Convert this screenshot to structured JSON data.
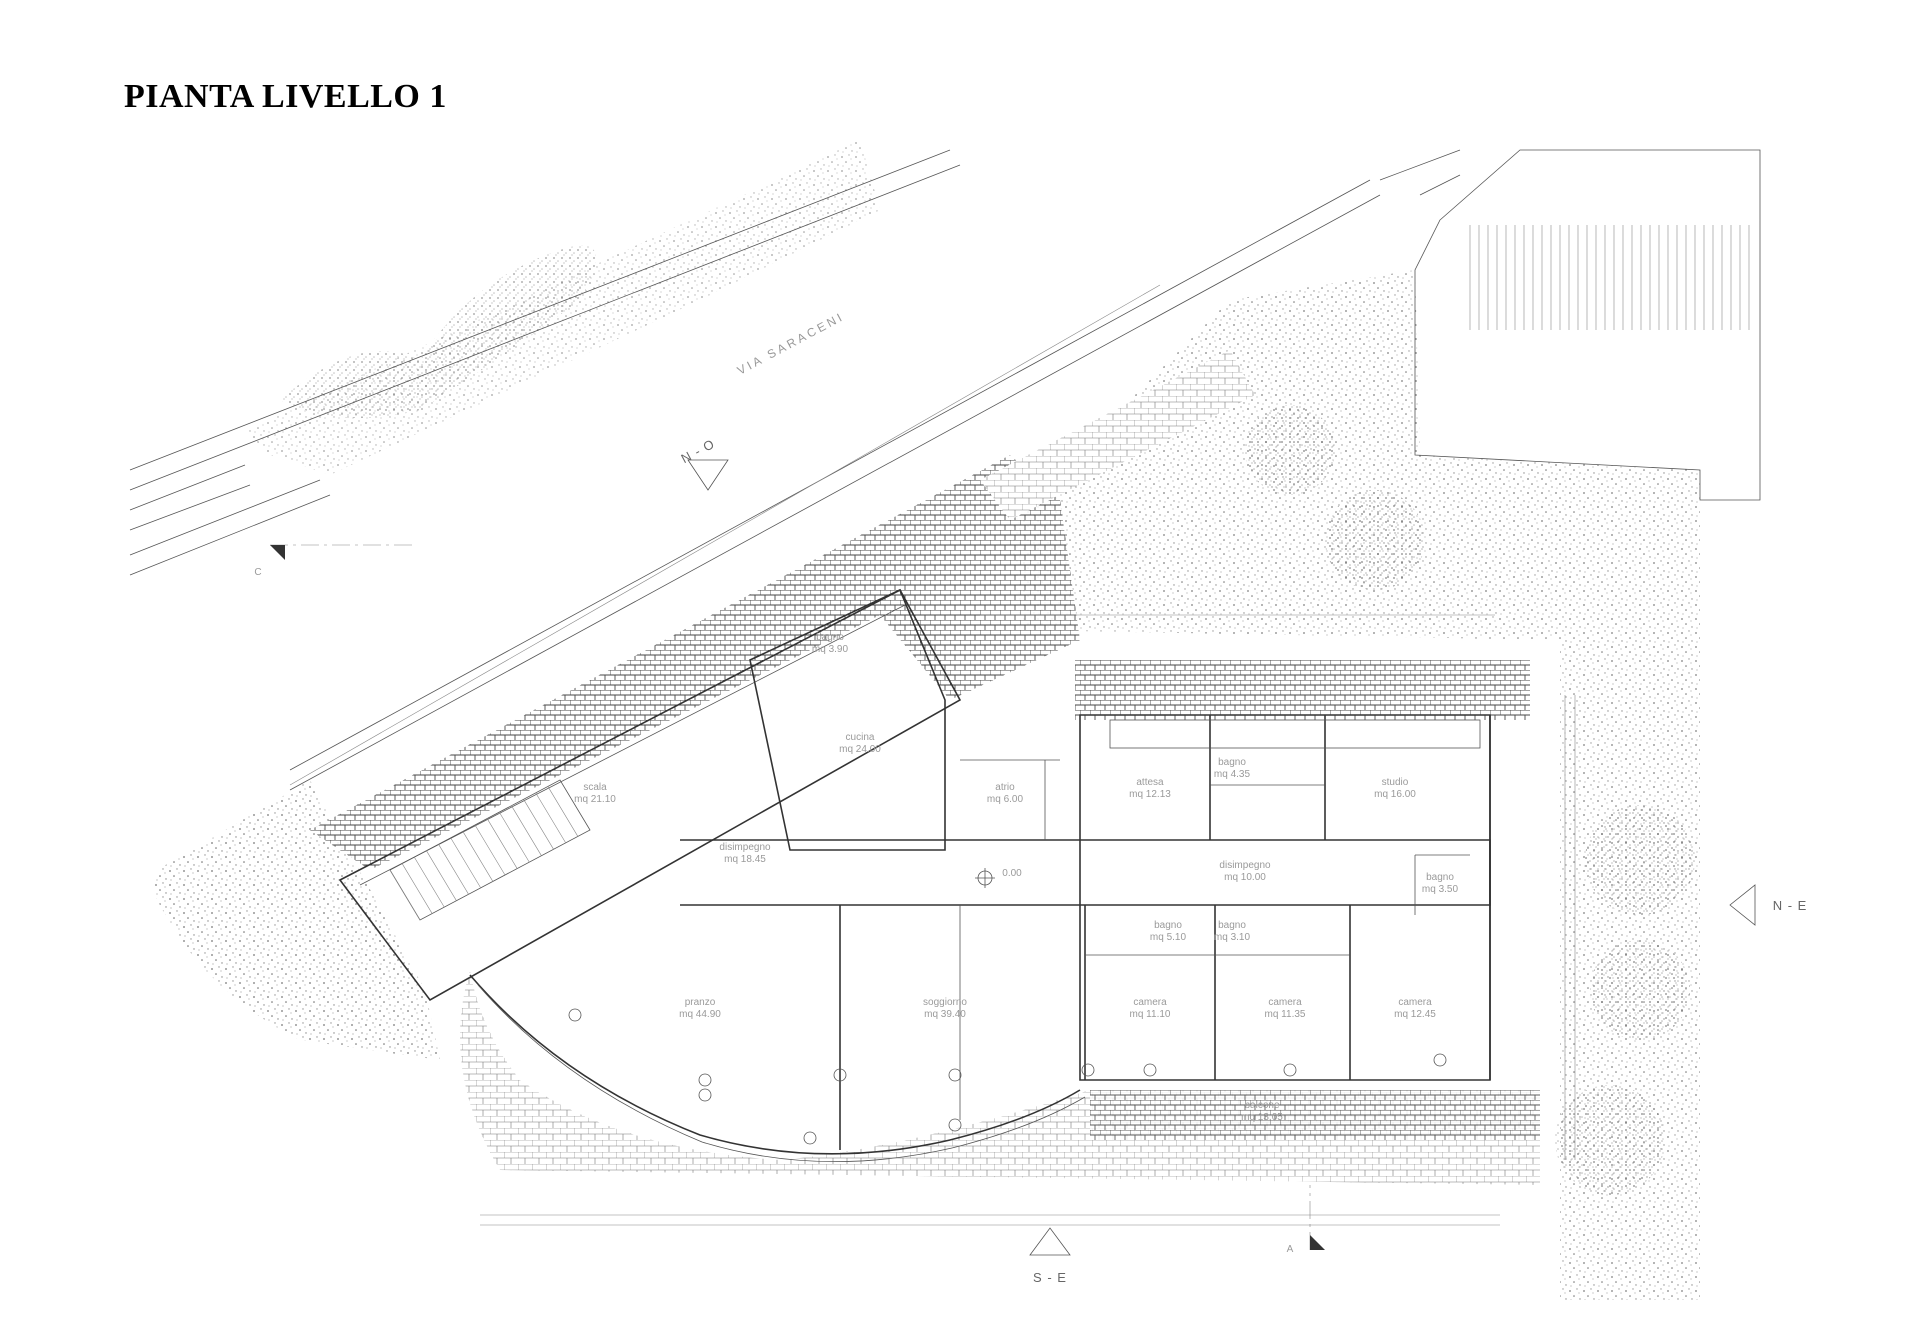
{
  "title": "PIANTA LIVELLO 1",
  "street_name": "VIA SARACENI",
  "orientations": {
    "nw": "N - O",
    "ne": "N - E",
    "se": "S - E"
  },
  "section_markers": {
    "c": "C",
    "a": "A"
  },
  "rooms": [
    {
      "id": "bagno-1",
      "name": "bagno",
      "area": "mq 3.90"
    },
    {
      "id": "cucina",
      "name": "cucina",
      "area": "mq 24.00"
    },
    {
      "id": "scala",
      "name": "scala",
      "area": "mq 21.10"
    },
    {
      "id": "disimpegno-1",
      "name": "disimpegno",
      "area": "mq 18.45"
    },
    {
      "id": "atrio",
      "name": "atrio",
      "area": "mq 6.00"
    },
    {
      "id": "attesa",
      "name": "attesa",
      "area": "mq 12.13"
    },
    {
      "id": "bagno-2",
      "name": "bagno",
      "area": "mq 4.35"
    },
    {
      "id": "studio",
      "name": "studio",
      "area": "mq 16.00"
    },
    {
      "id": "disimpegno-2",
      "name": "disimpegno",
      "area": "mq 10.00"
    },
    {
      "id": "bagno-3",
      "name": "bagno",
      "area": "mq 3.50"
    },
    {
      "id": "bagno-4",
      "name": "bagno",
      "area": "mq 5.10"
    },
    {
      "id": "bagno-5",
      "name": "bagno",
      "area": "mq 3.10"
    },
    {
      "id": "pranzo",
      "name": "pranzo",
      "area": "mq 44.90"
    },
    {
      "id": "soggiorno",
      "name": "soggiorno",
      "area": "mq 39.40"
    },
    {
      "id": "camera-1",
      "name": "camera",
      "area": "mq 11.10"
    },
    {
      "id": "camera-2",
      "name": "camera",
      "area": "mq 11.35"
    },
    {
      "id": "camera-3",
      "name": "camera",
      "area": "mq 12.45"
    },
    {
      "id": "balcone",
      "name": "balcone",
      "area": "mq 13.05"
    }
  ],
  "level_mark": "0.00",
  "colors": {
    "ink": "#333333",
    "label": "#9a9a9a",
    "paving": "#444444"
  }
}
